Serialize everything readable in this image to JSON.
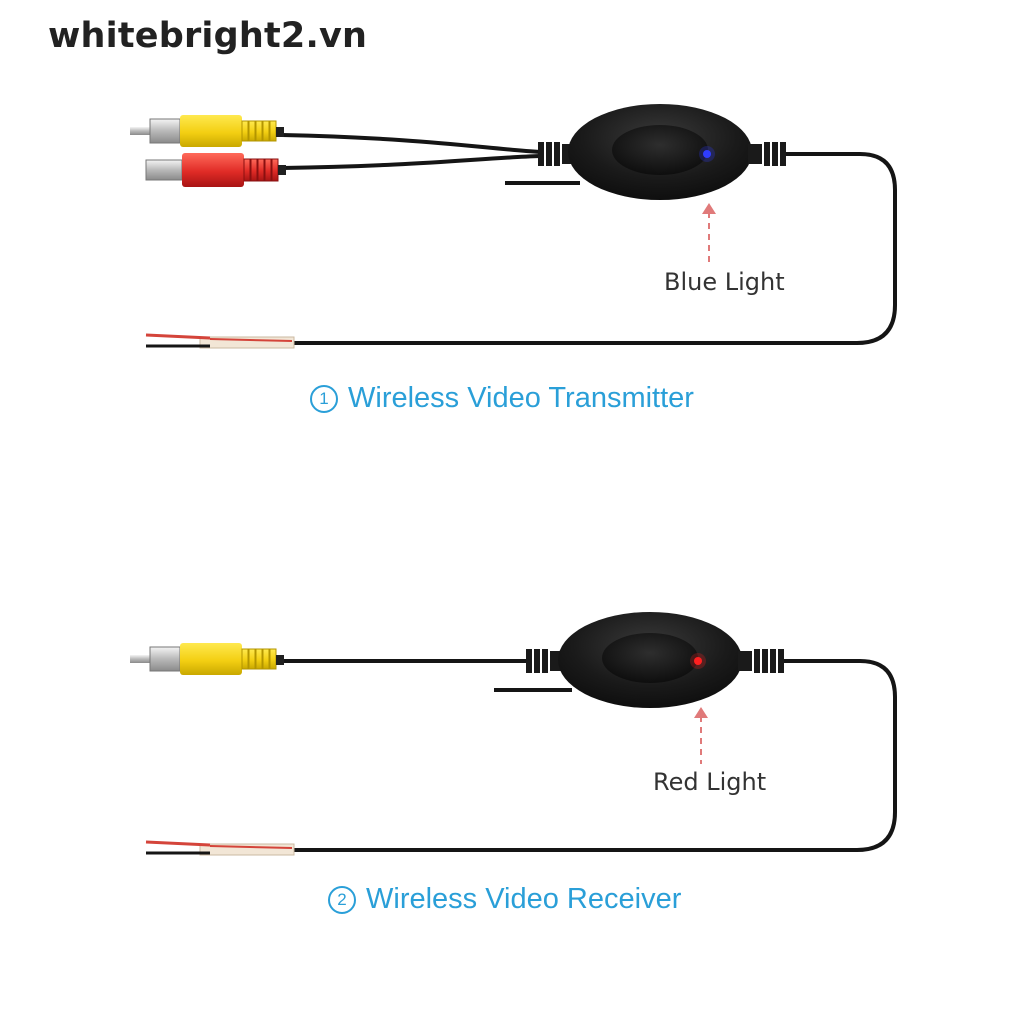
{
  "watermark": "whitebright2.vn",
  "colors": {
    "caption": "#2a9fd8",
    "rca_yellow": "#f6d61f",
    "rca_red": "#e42c2c",
    "led_blue": "#2f3cff",
    "led_red": "#ff2020",
    "device_body": "#1b1b1b",
    "arrow": "#e07a7a"
  },
  "transmitter": {
    "number": "1",
    "caption": "Wireless Video Transmitter",
    "light_label": "Blue Light",
    "led_icon": "blue-led-icon"
  },
  "receiver": {
    "number": "2",
    "caption": "Wireless Video Receiver",
    "light_label": "Red Light",
    "led_icon": "red-led-icon"
  }
}
